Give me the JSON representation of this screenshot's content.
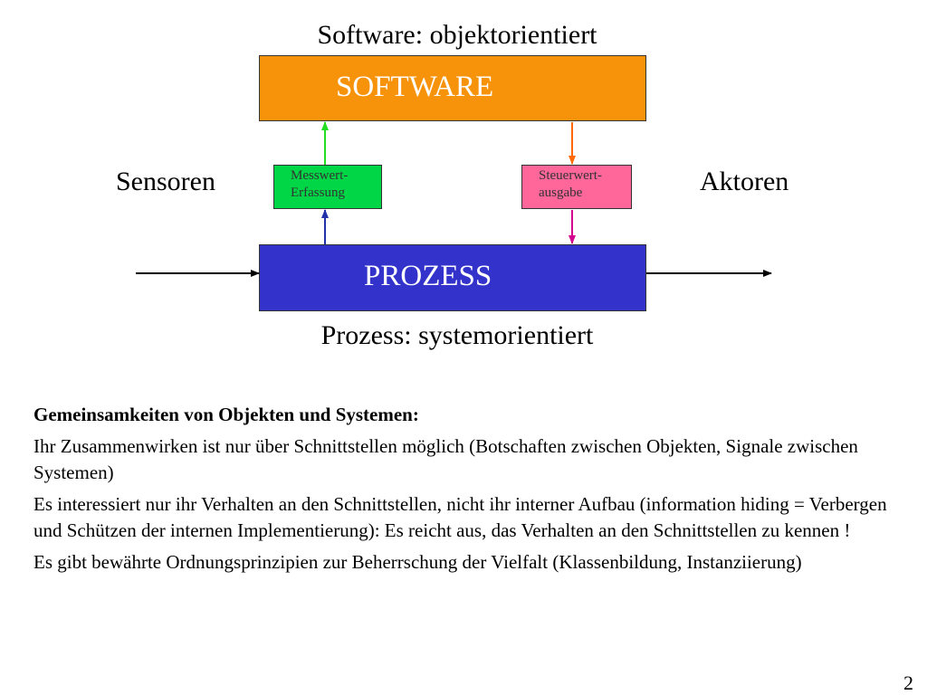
{
  "diagram": {
    "title_top": "Software: objektorientiert",
    "title_bottom": "Prozess: systemorientiert",
    "software_label": "SOFTWARE",
    "prozess_label": "PROZESS",
    "sensoren_label": "Sensoren",
    "aktoren_label": "Aktoren",
    "messwert_line1": "Messwert-",
    "messwert_line2": "Erfassung",
    "steuerwert_line1": "Steuerwert-",
    "steuerwert_line2": "ausgabe",
    "colors": {
      "software": "#f7930a",
      "prozess": "#3333cc",
      "messwert": "#00d646",
      "steuerwert": "#ff669a",
      "arrow_up_green": "#22dd22",
      "arrow_up_blue": "#2233aa",
      "arrow_down_orange": "#ff6a00",
      "arrow_down_magenta": "#d4008f"
    }
  },
  "text": {
    "heading": "Gemeinsamkeiten von Objekten und Systemen:",
    "paragraphs": [
      "Ihr Zusammenwirken ist nur über Schnittstellen möglich (Botschaften zwischen Objekten, Signale zwischen Systemen)",
      "Es interessiert nur ihr Verhalten an den Schnittstellen, nicht ihr interner Aufbau (information hiding = Verbergen und Schützen der internen Implementierung): Es reicht aus, das Verhalten an den Schnittstellen zu kennen !",
      "Es gibt bewährte Ordnungsprinzipien zur Beherrschung der Vielfalt (Klassenbildung, Instanziierung)"
    ]
  },
  "page_number": "2"
}
